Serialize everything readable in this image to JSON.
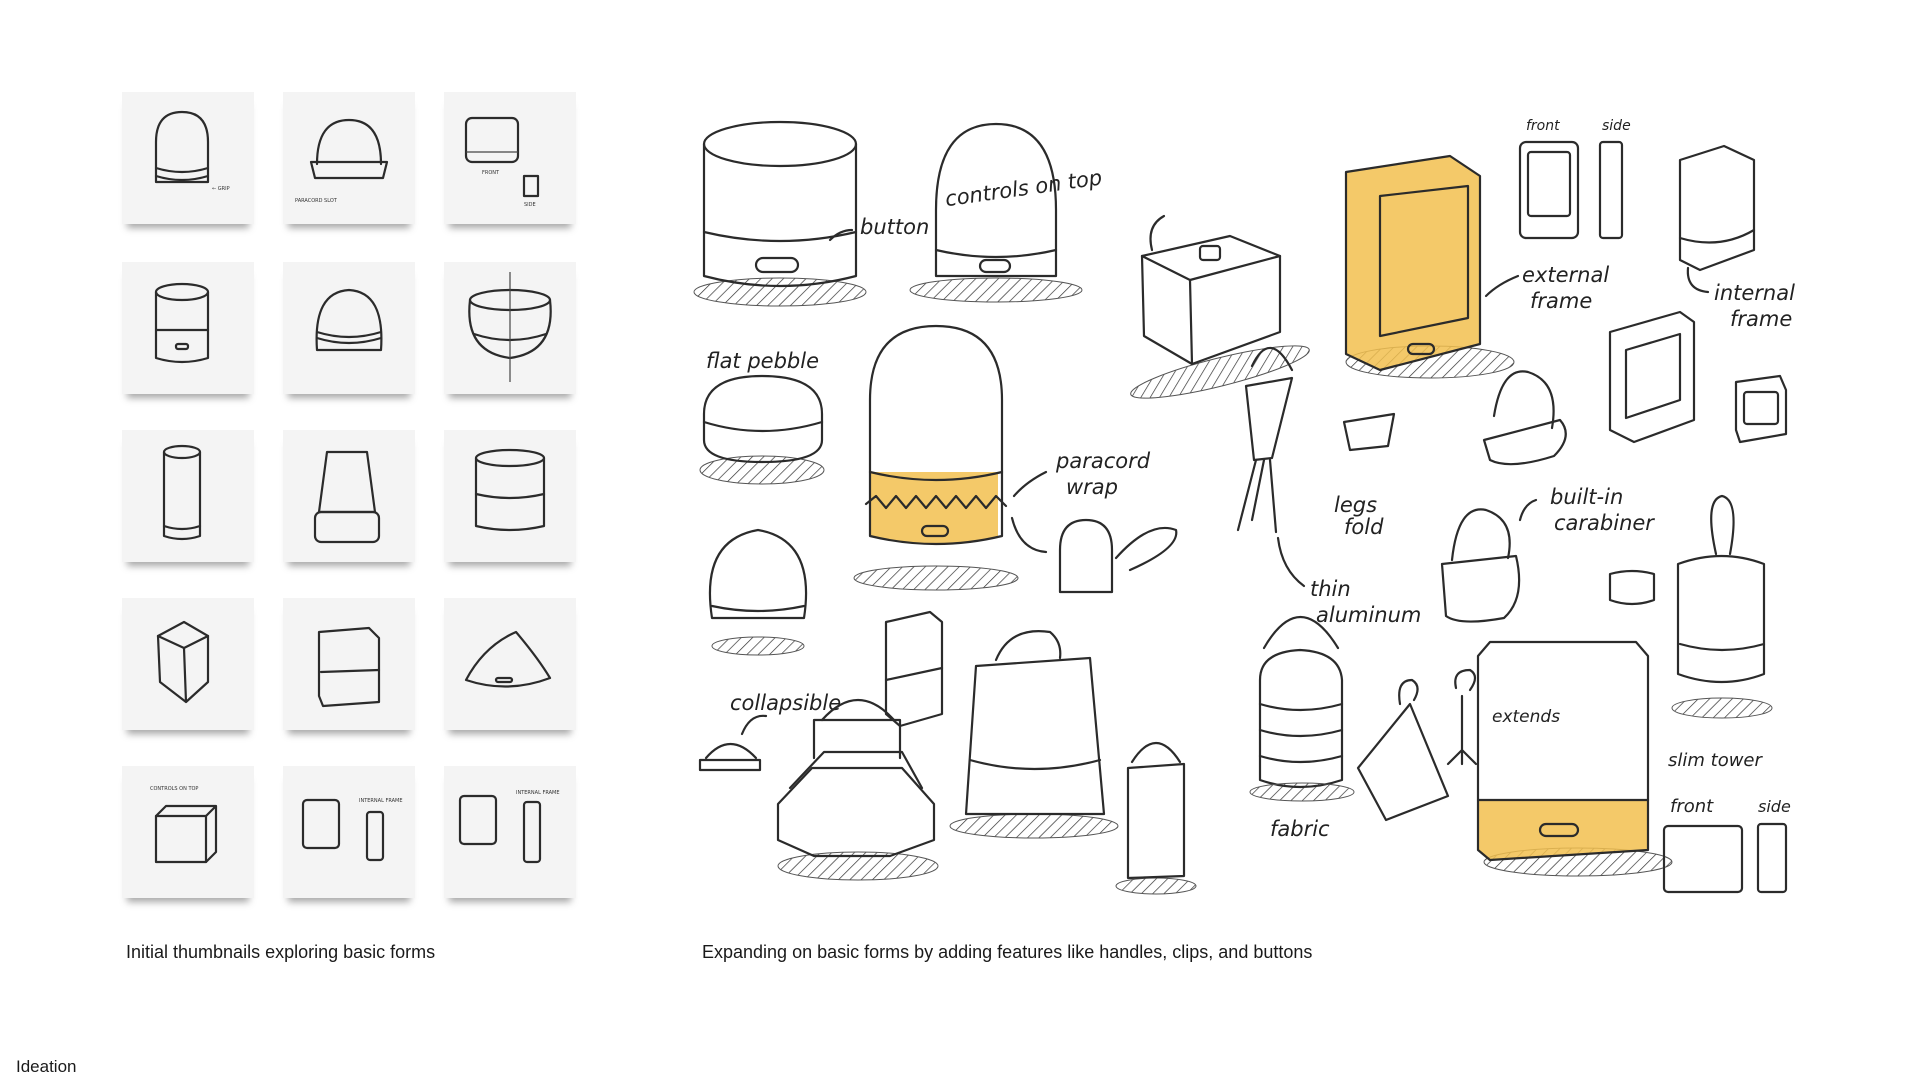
{
  "captions": {
    "left": "Initial thumbnails exploring basic forms",
    "right": "Expanding on basic forms by adding features like handles, clips, and buttons",
    "section": "Ideation"
  },
  "thumbnail_notes": {
    "grip": "← GRIP",
    "paracord_slot": "PARACORD SLOT",
    "front": "FRONT",
    "side": "SIDE",
    "controls_on_top": "CONTROLS ON TOP",
    "internal_frame": "INTERNAL FRAME"
  },
  "annotations": {
    "button": "button",
    "flat_pebble": "flat pebble",
    "paracord_wrap_1": "paracord",
    "paracord_wrap_2": "wrap",
    "controls_on_top": "controls on top",
    "external_1": "external",
    "external_2": "frame",
    "front": "front",
    "side": "side",
    "internal_1": "internal",
    "internal_2": "frame",
    "legs_1": "legs",
    "legs_2": "fold",
    "thin_1": "thin",
    "thin_2": "aluminum",
    "builtin_1": "built-in",
    "builtin_2": "carabiner",
    "collapsible": "collapsible",
    "extends": "extends",
    "fabric": "fabric",
    "slim_tower": "slim tower",
    "front2": "front",
    "side2": "side"
  },
  "colors": {
    "accent": "#f2c04f",
    "ink": "#2b2b2b",
    "card": "#f4f4f4"
  }
}
